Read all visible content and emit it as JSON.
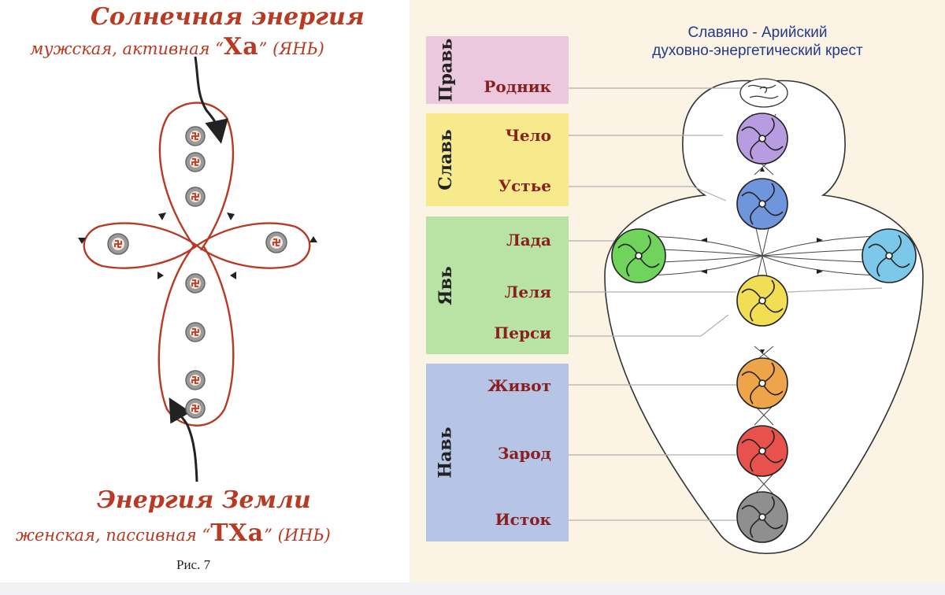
{
  "left": {
    "top_title": "Солнечная энергия",
    "top_subtitle_pre": "мужская, активная “",
    "top_subtitle_word": "Ха",
    "top_subtitle_post": "” (ЯНЬ)",
    "bottom_title": "Энергия Земли",
    "bottom_subtitle_pre": "женская, пассивная “",
    "bottom_subtitle_word": "ТХа",
    "bottom_subtitle_post": "” (ИНЬ)",
    "figure_caption": "Рис. 7"
  },
  "right": {
    "title_line1": "Славяно - Арийский",
    "title_line2": "духовно-энергетический крест",
    "bands": [
      {
        "label": "Правь",
        "color": "#ecc8df",
        "items": [
          "Родник"
        ]
      },
      {
        "label": "Славь",
        "color": "#f6ea8c",
        "items": [
          "Чело",
          "Устье"
        ]
      },
      {
        "label": "Явь",
        "color": "#b9e2a5",
        "items": [
          "Лада",
          "Леля",
          "Перси"
        ]
      },
      {
        "label": "Навь",
        "color": "#b6c5e6",
        "items": [
          "Живот",
          "Зарод",
          "Исток"
        ]
      }
    ],
    "chakra_colors": {
      "chelo": "#b79de0",
      "ustye": "#6f95dc",
      "lada_left": "#6fd35c",
      "lada_right": "#7cc8ea",
      "lelya": "#f1de55",
      "zhivot": "#eea54a",
      "zarod": "#e7534c",
      "istok": "#8f8f8f"
    },
    "accent_line_color": "#1a1a1a",
    "left_diagram_color": "#b83a22"
  }
}
